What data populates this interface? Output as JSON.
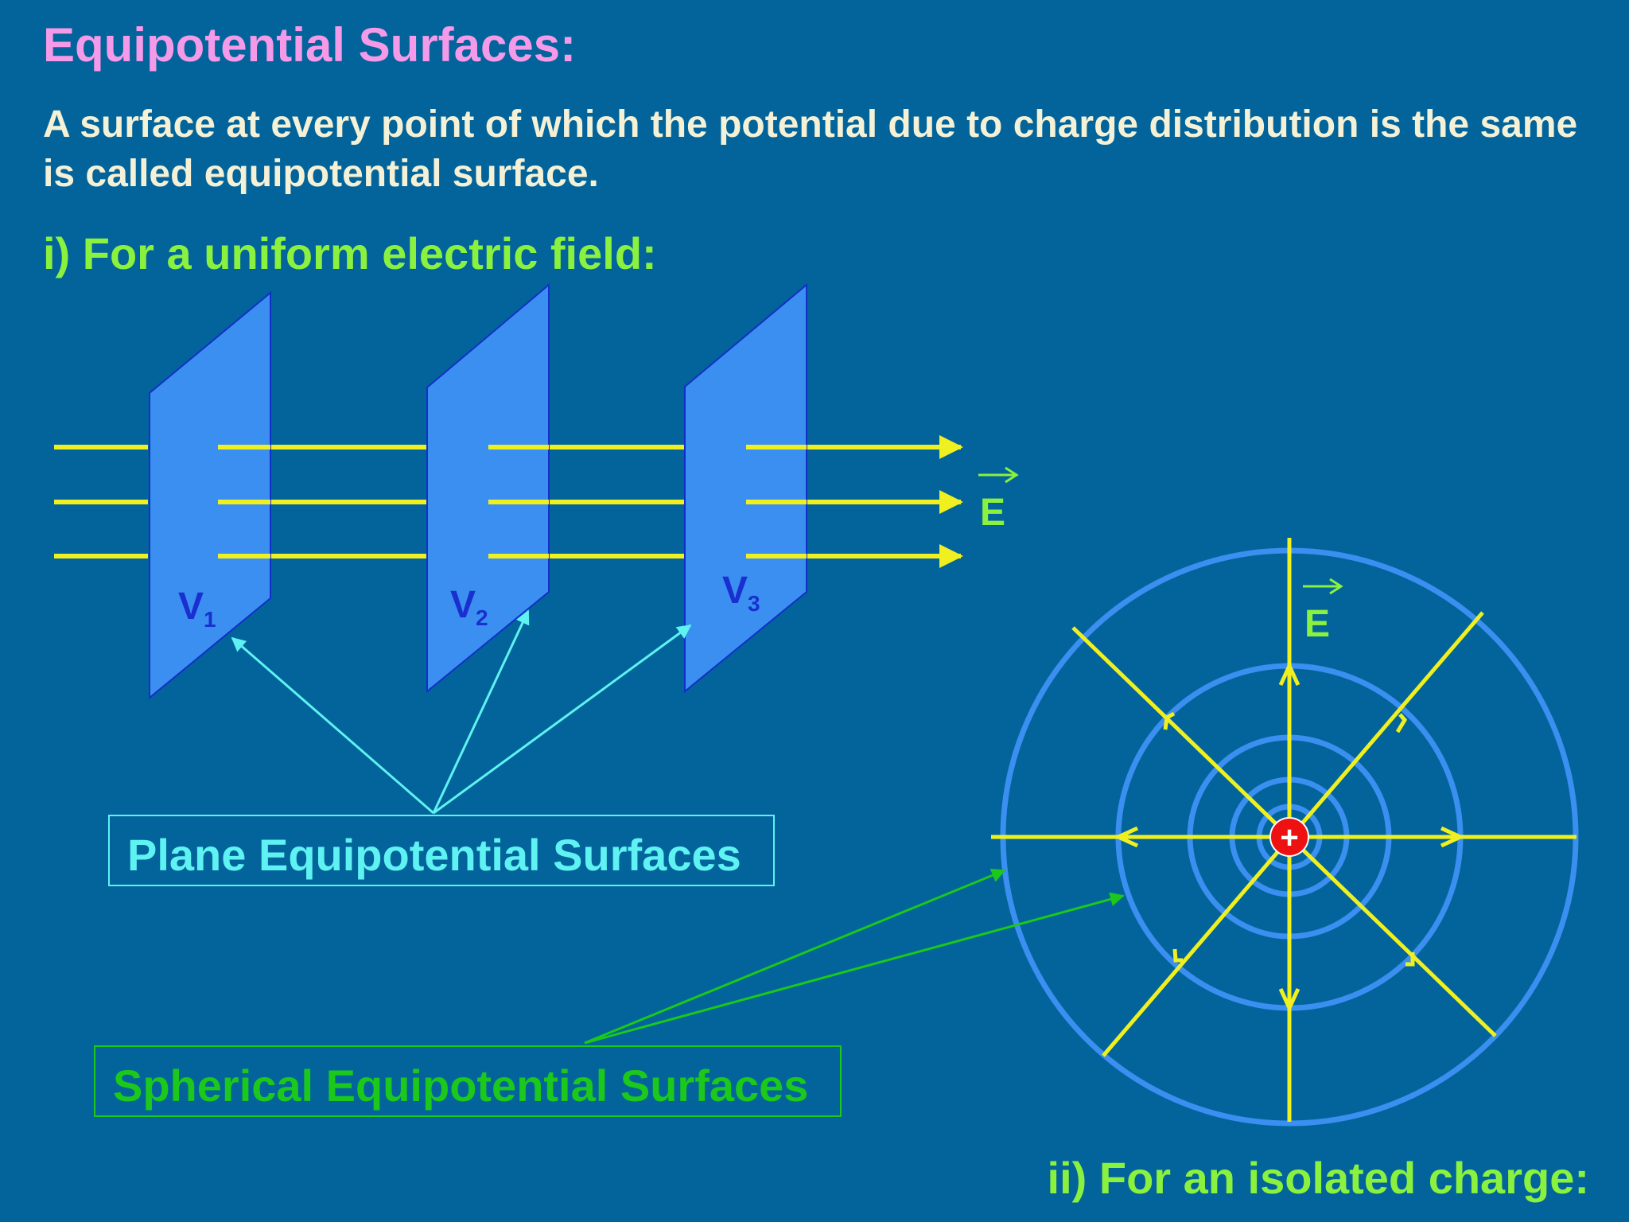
{
  "slide": {
    "title": "Equipotential Surfaces:",
    "definition": "A surface at every point of which the potential due to charge distribution is the same is called equipotential surface.",
    "case1_heading": "i) For a uniform electric field:",
    "case2_heading": "ii) For an isolated charge:"
  },
  "uniform_field": {
    "planes": [
      {
        "label": "V",
        "subscript": "1"
      },
      {
        "label": "V",
        "subscript": "2"
      },
      {
        "label": "V",
        "subscript": "3"
      }
    ],
    "field_symbol": "E",
    "callout": "Plane Equipotential Surfaces"
  },
  "point_charge": {
    "charge_symbol": "+",
    "field_symbol": "E",
    "callout": "Spherical Equipotential Surfaces"
  },
  "colors": {
    "background": "#02649a",
    "title": "#f59ae8",
    "definition": "#f4f1d6",
    "heading": "#8af23e",
    "field_line": "#f0f020",
    "plane_fill": "#3a8ff0",
    "plane_label": "#1a2fd0",
    "equipotential_circle": "#3a8ff0",
    "plane_callout": "#5ff2f2",
    "sphere_callout": "#1bc81b",
    "charge": "#ee1111"
  }
}
